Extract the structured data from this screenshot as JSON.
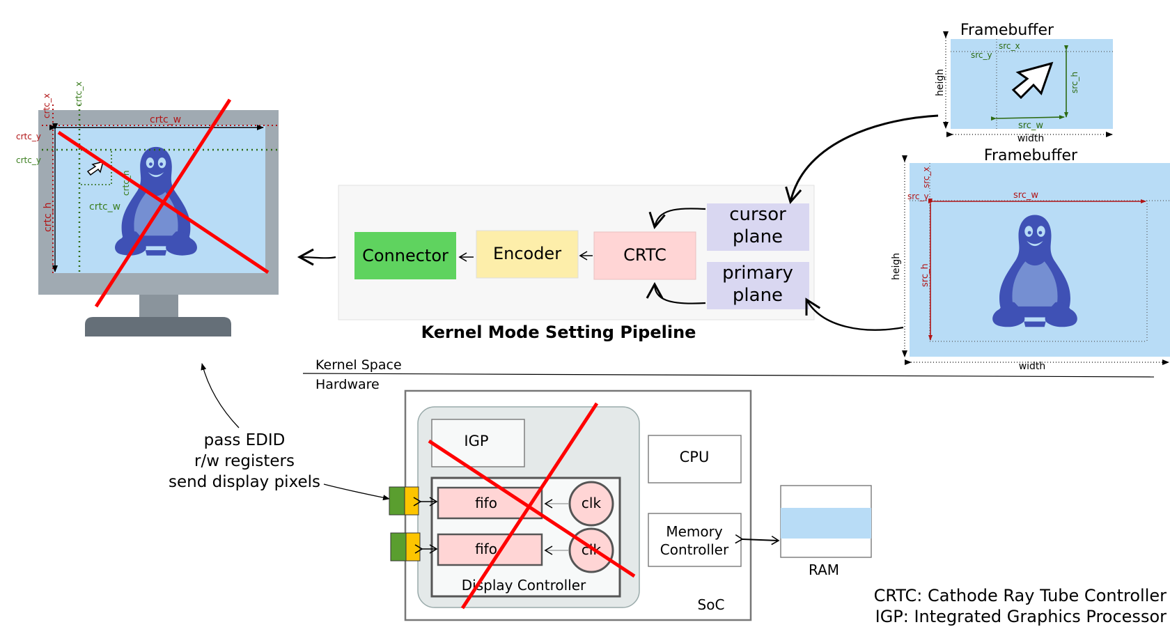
{
  "colors": {
    "screen_blue": "#b8dcf6",
    "monitor_grey": "#a0aab2",
    "stand_dark": "#656f78",
    "tux_blue": "#3f51b5",
    "red": "#ff0000",
    "dark_red": "#b11416",
    "green_label": "#3a7d1e",
    "connector_green": "#5fd35f",
    "encoder_yellow": "#fdeeaa",
    "crtc_pink": "#ffd5d5",
    "plane_lavender": "#d9d7f1",
    "fifo_pink": "#ffd5d5",
    "port_green": "#5a9e2f",
    "port_yellow": "#fdc500"
  },
  "monitor": {
    "labels": {
      "crtc_x_red": "crtc_x",
      "crtc_x_green": "crtc_x",
      "crtc_w_red": "crtc_w",
      "crtc_w_green": "crtc_w",
      "crtc_y_red": "crtc_y",
      "crtc_y_green": "crtc_y",
      "crtc_h_red": "crtc_h",
      "crtc_h_green": "crtc_h"
    }
  },
  "pipeline": {
    "title": "Kernel Mode Setting Pipeline",
    "connector": "Connector",
    "encoder": "Encoder",
    "crtc": "CRTC",
    "cursor_plane": [
      "cursor",
      "plane"
    ],
    "primary_plane": [
      "primary",
      "plane"
    ]
  },
  "framebuffer_cursor": {
    "title": "Framebuffer",
    "src_x": "src_x",
    "src_y": "src_y",
    "src_w": "src_w",
    "src_h": "src_h",
    "height": "heigh",
    "width": "width"
  },
  "framebuffer_primary": {
    "title": "Framebuffer",
    "src_x": "src_x",
    "src_y": "src_y",
    "src_w": "src_w",
    "src_h": "src_h",
    "height": "heigh",
    "width": "width"
  },
  "divider": {
    "kernel": "Kernel Space",
    "hardware": "Hardware"
  },
  "edid_note": [
    "pass EDID",
    "r/w registers",
    "send display pixels"
  ],
  "soc": {
    "label": "SoC",
    "igp": "IGP",
    "fifo": [
      "fifo",
      "fifo"
    ],
    "clk": [
      "clk",
      "clk"
    ],
    "display_controller": "Display Controller",
    "cpu": "CPU",
    "memory_controller": [
      "Memory",
      "Controller"
    ],
    "ram": "RAM"
  },
  "legend": [
    "CRTC: Cathode Ray Tube Controller",
    "IGP: Integrated Graphics Processor"
  ]
}
